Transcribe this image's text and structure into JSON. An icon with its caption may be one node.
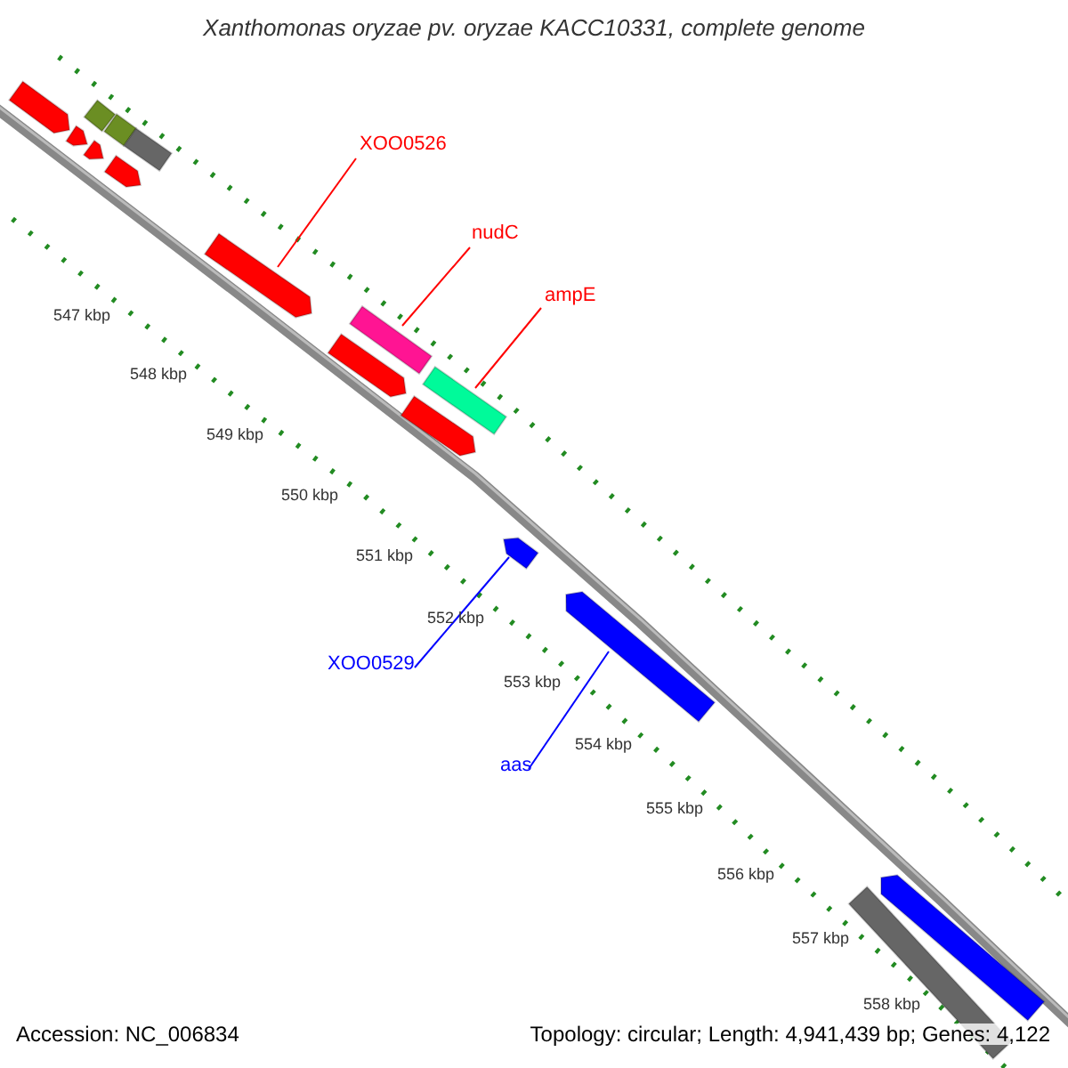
{
  "diagram": {
    "title": "Xanthomonas oryzae pv. oryzae KACC10331, complete genome",
    "nodes": [
      {
        "text": [],
        "shape": "bar"
      },
      {
        "text": [],
        "shape": "bar"
      },
      {
        "text": [],
        "shape": "bar"
      },
      {
        "text": [],
        "shape": "bar"
      },
      {
        "text": [],
        "shape": "bar"
      },
      {
        "text": [],
        "shape": "bar"
      },
      {
        "text": [],
        "shape": "bar"
      },
      {
        "text": [],
        "shape": "bar"
      },
      {
        "text": [],
        "shape": "bar"
      },
      {
        "text": [],
        "shape": "bar"
      },
      {
        "text": [],
        "shape": "bar"
      },
      {
        "text": [],
        "shape": "bar"
      },
      {
        "text": [],
        "shape": "bar"
      },
      {
        "text": [],
        "shape": "bar"
      },
      {
        "text": [],
        "shape": "bar"
      },
      {
        "text": [],
        "shape": "bar"
      },
      {
        "text": [
          "XOO0526"
        ]
      },
      {
        "text": [
          "nudC"
        ]
      },
      {
        "text": [
          "ampE"
        ]
      },
      {
        "text": [
          "XOO0529"
        ]
      },
      {
        "text": [
          "aas"
        ]
      }
    ],
    "edges": [
      {
        "from": 16,
        "to": 7,
        "arrow": "none",
        "color": "#ff0000"
      },
      {
        "from": 17,
        "to": 8,
        "arrow": "none",
        "color": "#ff0000"
      },
      {
        "from": 18,
        "to": 10,
        "arrow": "none",
        "color": "#ff0000"
      },
      {
        "from": 19,
        "to": 12,
        "arrow": "none",
        "color": "#0000ff"
      },
      {
        "from": 20,
        "to": 13,
        "arrow": "none",
        "color": "#0000ff"
      }
    ],
    "labels": [
      "547 kbp",
      "548 kbp",
      "549 kbp",
      "550 kbp",
      "551 kbp",
      "552 kbp",
      "553 kbp",
      "554 kbp",
      "555 kbp",
      "556 kbp",
      "557 kbp",
      "558 kbp",
      "Accession: NC_006834",
      "Topology: circular; Length: 4,941,439 bp; Genes: 4,122"
    ]
  }
}
